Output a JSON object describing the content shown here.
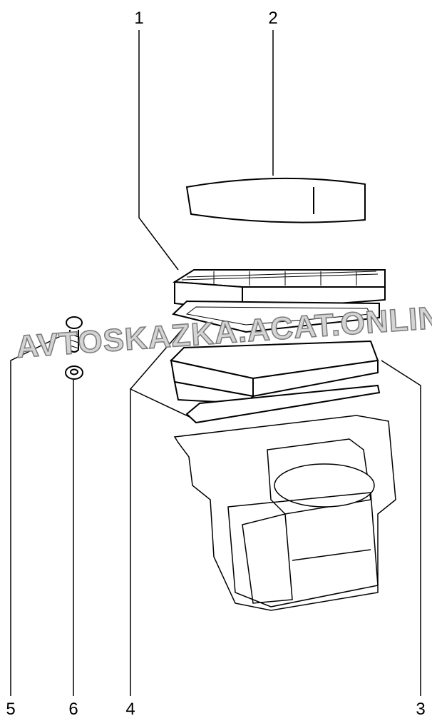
{
  "callouts": [
    {
      "number": "1",
      "part": "filter-element"
    },
    {
      "number": "2",
      "part": "filter-cover"
    },
    {
      "number": "3",
      "part": "filter-housing"
    },
    {
      "number": "4",
      "part": "gaskets"
    },
    {
      "number": "5",
      "part": "screw"
    },
    {
      "number": "6",
      "part": "washer"
    }
  ],
  "watermark": "AVTOSKAZKA.ACAT.ONLINE"
}
